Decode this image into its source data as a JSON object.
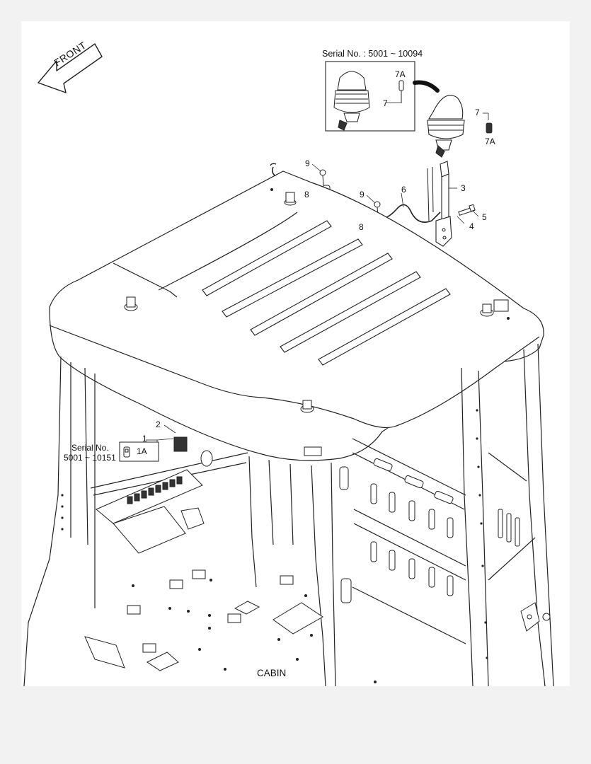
{
  "front_label": "FRONT",
  "inset": {
    "serial": "Serial No. : 5001 ~ 10094",
    "callouts": [
      "7A",
      "7"
    ]
  },
  "switch_note": {
    "serial_line1": "Serial No.",
    "serial_line2": "5001 ~ 10151",
    "part": "1A"
  },
  "callouts": {
    "p1": "1",
    "p2": "2",
    "p3": "3",
    "p4": "4",
    "p5": "5",
    "p6": "6",
    "p7": "7",
    "p7a": "7A",
    "p8a": "8",
    "p8b": "8",
    "p9a": "9",
    "p9b": "9"
  },
  "caption": "CABIN"
}
